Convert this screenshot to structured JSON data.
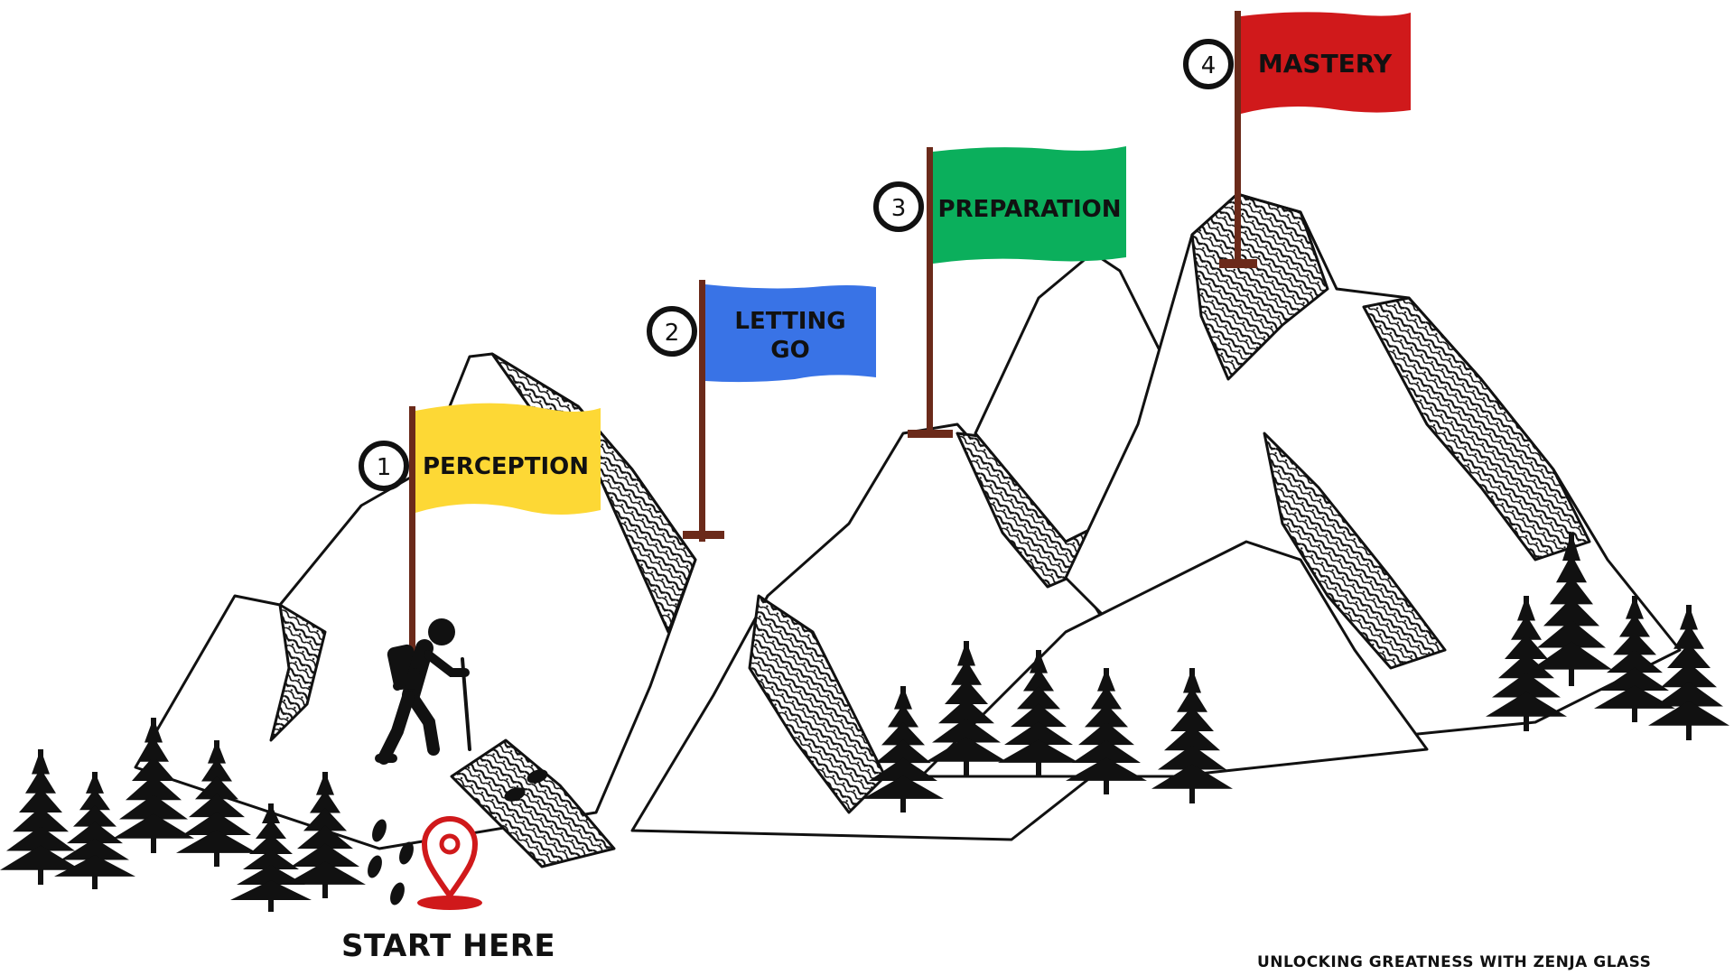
{
  "steps": [
    {
      "number": "1",
      "label_line1": "PERCEPTION",
      "label_line2": "",
      "color": "#FDD835"
    },
    {
      "number": "2",
      "label_line1": "LETTING",
      "label_line2": "GO",
      "color": "#3973E6"
    },
    {
      "number": "3",
      "label_line1": "PREPARATION",
      "label_line2": "",
      "color": "#0BAF5C"
    },
    {
      "number": "4",
      "label_line1": "MASTERY",
      "label_line2": "",
      "color": "#D0191B"
    }
  ],
  "start": {
    "label": "START HERE",
    "pin_color": "#D0191B"
  },
  "footer": {
    "text": "UNLOCKING GREATNESS WITH ZENJA GLASS"
  },
  "colors": {
    "pole": "#6B2A1A",
    "ink": "#111111"
  },
  "icons": {
    "hiker": "hiker-icon",
    "pin": "location-pin-icon",
    "tree": "pine-tree-icon",
    "footprint": "footprint-icon"
  }
}
